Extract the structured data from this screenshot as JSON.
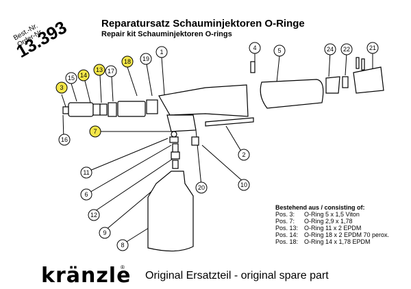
{
  "header": {
    "title": "Reparatursatz Schauminjektoren O-Ringe",
    "subtitle": "Repair kit Schauminjektoren O-rings"
  },
  "order": {
    "label_de": "Best.-Nr.",
    "label_en": "Order-Nr.",
    "number": "13.393"
  },
  "consisting": {
    "heading": "Bestehend aus / consisting of:",
    "items": [
      {
        "pos": "Pos. 3:",
        "desc": "O-Ring 5 x 1,5 Viton"
      },
      {
        "pos": "Pos. 7:",
        "desc": "O-Ring 2,9 x 1,78"
      },
      {
        "pos": "Pos. 13:",
        "desc": "O-Ring 11 x 2 EPDM"
      },
      {
        "pos": "Pos. 14:",
        "desc": "O-Ring 18 x 2 EPDM 70 perox."
      },
      {
        "pos": "Pos. 18:",
        "desc": "O-Ring 14 x 1,78 EPDM"
      }
    ]
  },
  "callouts": [
    {
      "label": "1",
      "highlight": false
    },
    {
      "label": "2",
      "highlight": false
    },
    {
      "label": "3",
      "highlight": true
    },
    {
      "label": "4",
      "highlight": false
    },
    {
      "label": "5",
      "highlight": false
    },
    {
      "label": "6",
      "highlight": false
    },
    {
      "label": "7",
      "highlight": true
    },
    {
      "label": "8",
      "highlight": false
    },
    {
      "label": "9",
      "highlight": false
    },
    {
      "label": "10",
      "highlight": false
    },
    {
      "label": "11",
      "highlight": false
    },
    {
      "label": "12",
      "highlight": false
    },
    {
      "label": "13",
      "highlight": true
    },
    {
      "label": "14",
      "highlight": true
    },
    {
      "label": "15",
      "highlight": false
    },
    {
      "label": "16",
      "highlight": false
    },
    {
      "label": "17",
      "highlight": false
    },
    {
      "label": "18",
      "highlight": true
    },
    {
      "label": "19",
      "highlight": false
    },
    {
      "label": "20",
      "highlight": false
    },
    {
      "label": "21",
      "highlight": false
    },
    {
      "label": "22",
      "highlight": false
    },
    {
      "label": "24",
      "highlight": false
    }
  ],
  "colors": {
    "highlight": "#f4e64a",
    "ink": "#000000",
    "background": "#ffffff"
  },
  "brand": {
    "logo": "kränzle",
    "registered": "®"
  },
  "footer": {
    "text": "Original Ersatzteil - original spare part"
  }
}
